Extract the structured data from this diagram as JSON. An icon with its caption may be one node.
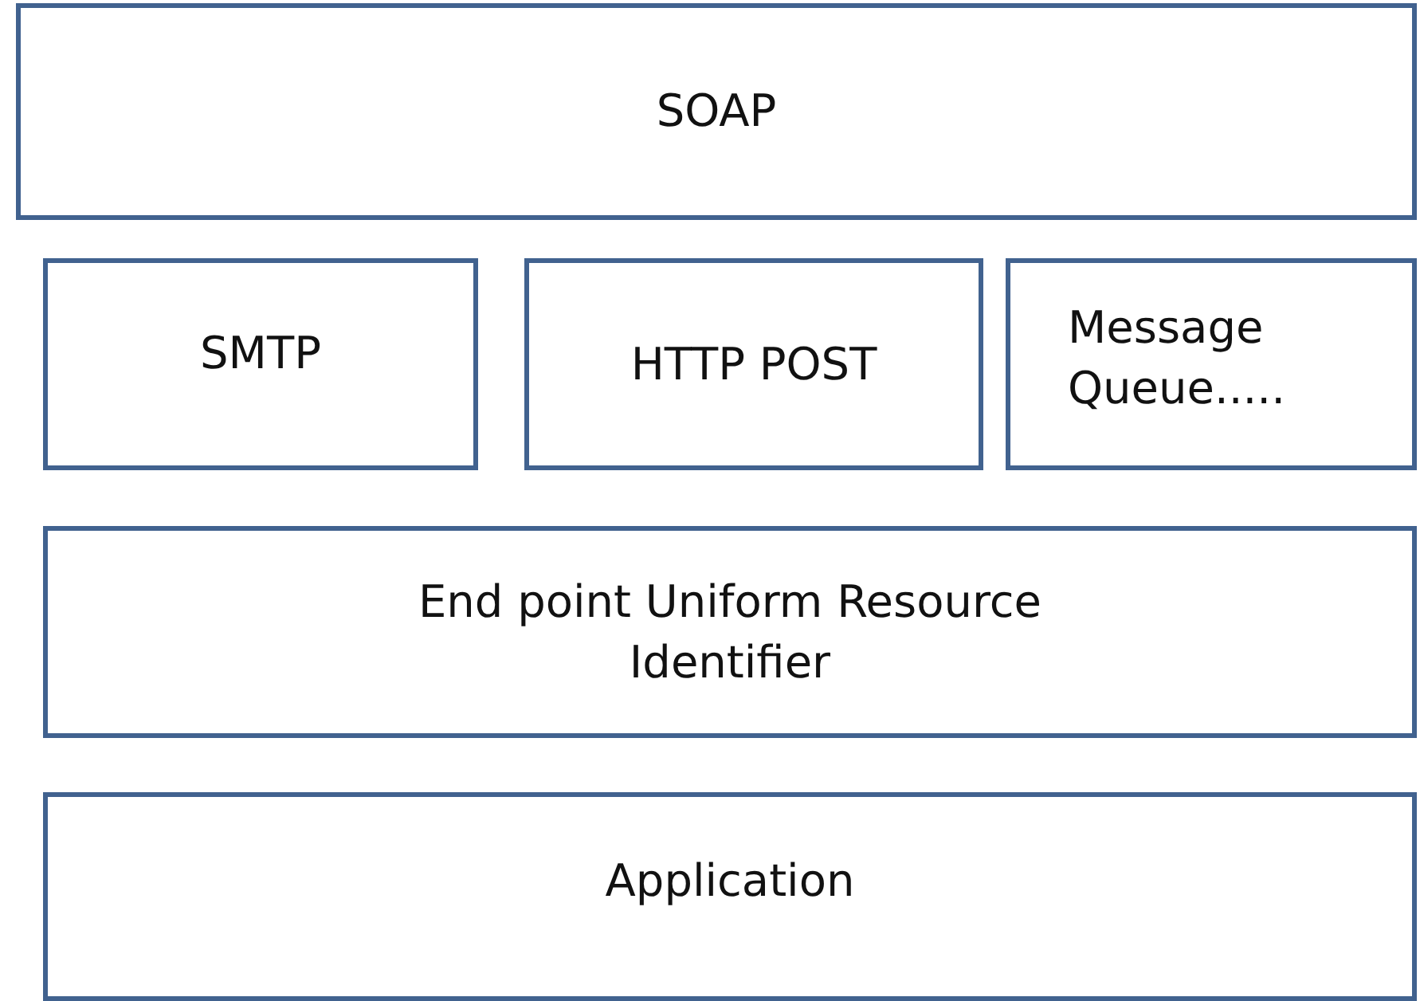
{
  "diagram": {
    "nodes": [
      {
        "text": [
          "SOAP"
        ]
      },
      {
        "text": [
          "SMTP"
        ]
      },
      {
        "text": [
          "HTTP POST"
        ]
      },
      {
        "text": [
          "Message Queue....."
        ]
      },
      {
        "text": [
          "End point Uniform Resource Identifier"
        ]
      },
      {
        "text": [
          "Application"
        ]
      }
    ]
  }
}
